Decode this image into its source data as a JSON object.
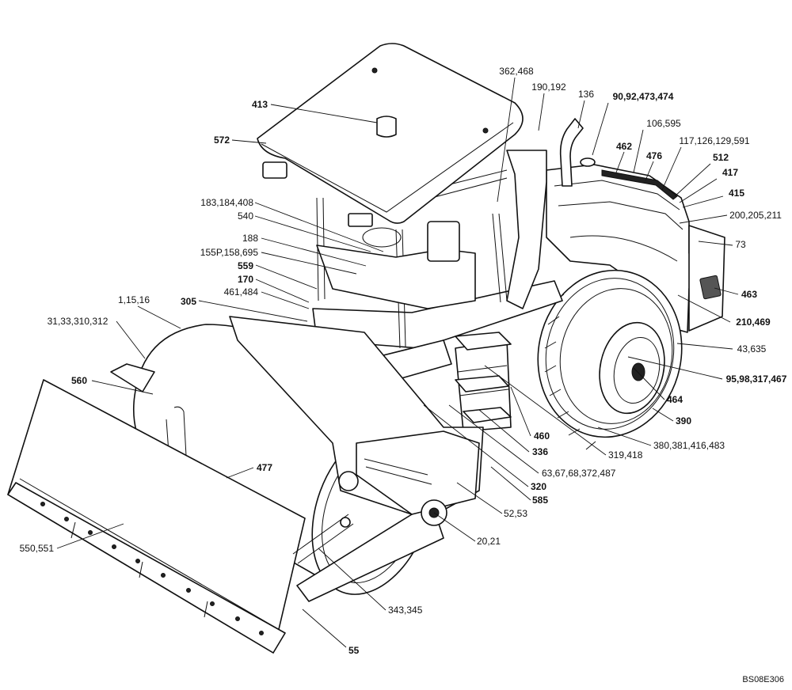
{
  "callouts": [
    {
      "text": "413",
      "bold": true
    },
    {
      "text": "572",
      "bold": true
    },
    {
      "text": "362,468",
      "bold": false
    },
    {
      "text": "190,192",
      "bold": false
    },
    {
      "text": "136",
      "bold": false
    },
    {
      "text": "90,92,473,474",
      "bold": true
    },
    {
      "text": "106,595",
      "bold": false
    },
    {
      "text": "462",
      "bold": true
    },
    {
      "text": "117,126,129,591",
      "bold": false
    },
    {
      "text": "476",
      "bold": true
    },
    {
      "text": "512",
      "bold": true
    },
    {
      "text": "417",
      "bold": true
    },
    {
      "text": "415",
      "bold": true
    },
    {
      "text": "200,205,211",
      "bold": false
    },
    {
      "text": "73",
      "bold": false
    },
    {
      "text": "183,184,408",
      "bold": false
    },
    {
      "text": "540",
      "bold": false
    },
    {
      "text": "188",
      "bold": false
    },
    {
      "text": "155P,158,695",
      "bold": false
    },
    {
      "text": "559",
      "bold": true
    },
    {
      "text": "170",
      "bold": true
    },
    {
      "text": "461,484",
      "bold": false
    },
    {
      "text": "305",
      "bold": true
    },
    {
      "text": "1,15,16",
      "bold": false
    },
    {
      "text": "31,33,310,312",
      "bold": false
    },
    {
      "text": "463",
      "bold": true
    },
    {
      "text": "210,469",
      "bold": true
    },
    {
      "text": "43,635",
      "bold": false
    },
    {
      "text": "95,98,317,467",
      "bold": true
    },
    {
      "text": "560",
      "bold": true
    },
    {
      "text": "464",
      "bold": true
    },
    {
      "text": "390",
      "bold": true
    },
    {
      "text": "460",
      "bold": true
    },
    {
      "text": "380,381,416,483",
      "bold": false
    },
    {
      "text": "336",
      "bold": true
    },
    {
      "text": "319,418",
      "bold": false
    },
    {
      "text": "477",
      "bold": true
    },
    {
      "text": "63,67,68,372,487",
      "bold": false
    },
    {
      "text": "320",
      "bold": true
    },
    {
      "text": "585",
      "bold": true
    },
    {
      "text": "52,53",
      "bold": false
    },
    {
      "text": "20,21",
      "bold": false
    },
    {
      "text": "550,551",
      "bold": false
    },
    {
      "text": "343,345",
      "bold": false
    },
    {
      "text": "55",
      "bold": true
    }
  ],
  "drawing_code": "BS08E306"
}
